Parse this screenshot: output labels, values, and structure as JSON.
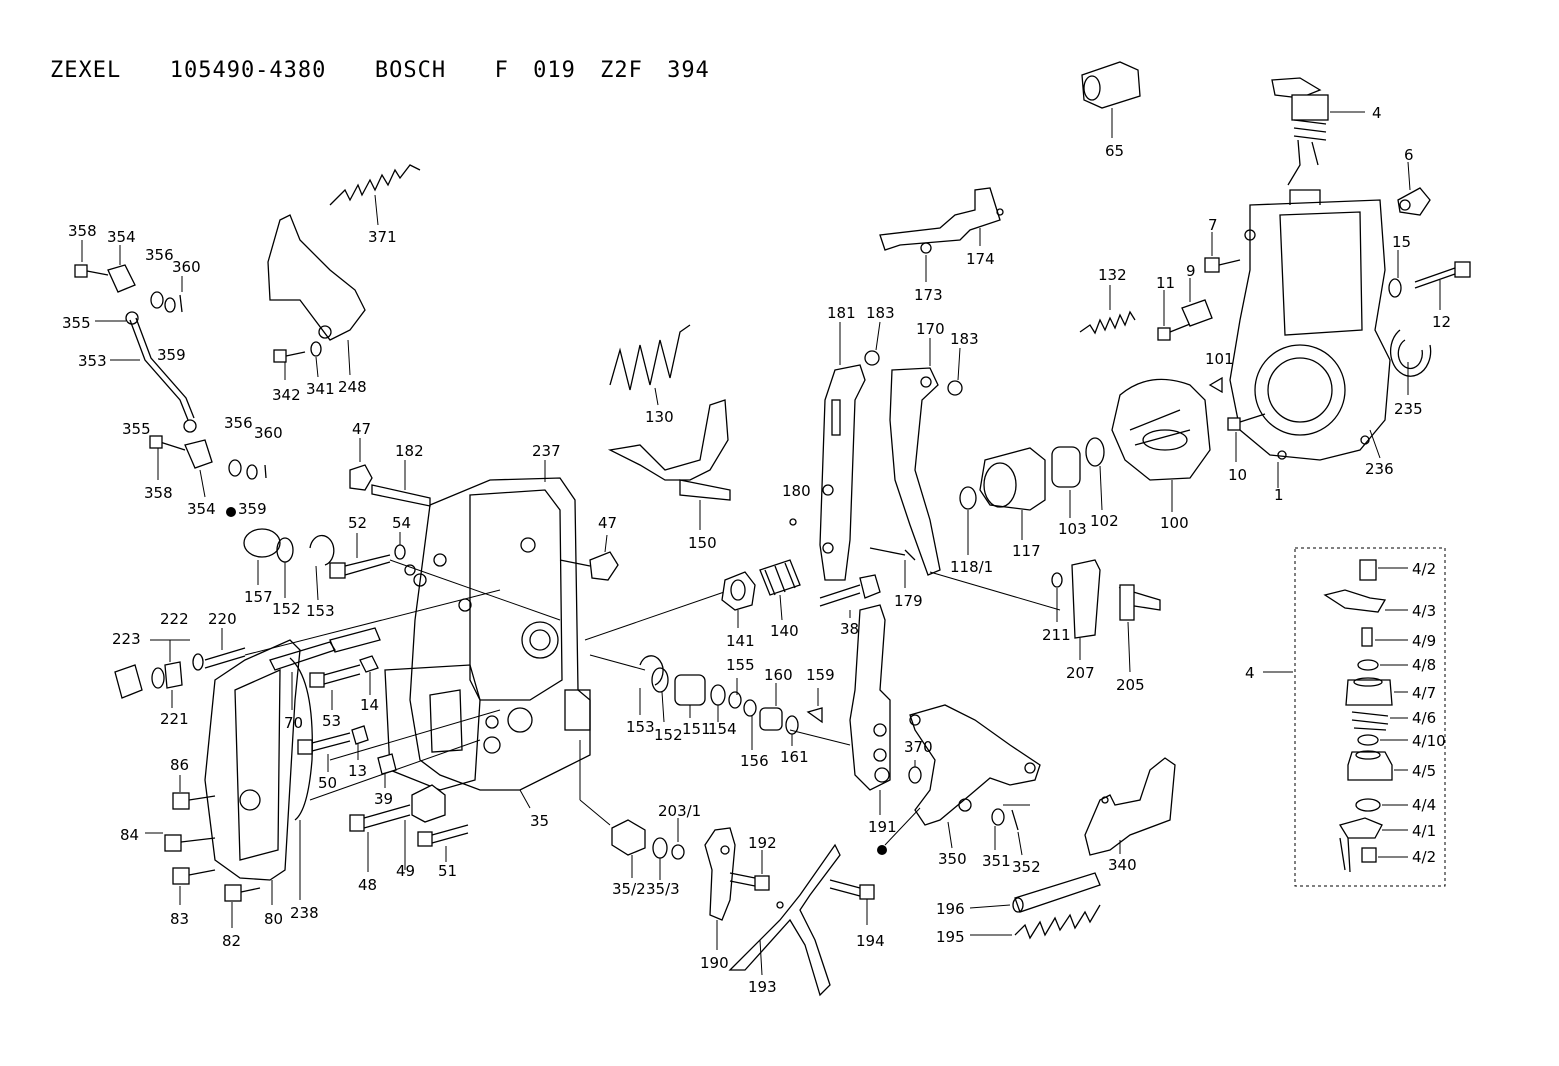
{
  "title": "ZEXEL  105490-4380  BOSCH  F 019 Z2F 394",
  "labels": {
    "l4": "4",
    "l65": "65",
    "l6": "6",
    "l7": "7",
    "l15": "15",
    "l12": "12",
    "l11": "11",
    "l9": "9",
    "l132": "132",
    "l101": "101",
    "l235": "235",
    "l10": "10",
    "l1": "1",
    "l236": "236",
    "l174": "174",
    "l173": "173",
    "l181": "181",
    "l183a": "183",
    "l170": "170",
    "l183b": "183",
    "l180": "180",
    "l118_1": "118/1",
    "l117": "117",
    "l103": "103",
    "l102": "102",
    "l100": "100",
    "l179": "179",
    "l211": "211",
    "l207": "207",
    "l205": "205",
    "l38": "38",
    "l371": "371",
    "l358a": "358",
    "l354a": "354",
    "l356a": "356",
    "l360a": "360",
    "l355a": "355",
    "l359a": "359",
    "l353": "353",
    "l342": "342",
    "l341": "341",
    "l248": "248",
    "l130": "130",
    "l150": "150",
    "l355b": "355",
    "l356b": "356",
    "l360b": "360",
    "l358b": "358",
    "l354b": "354",
    "l359b": "359",
    "l47a": "47",
    "l182": "182",
    "l237": "237",
    "l47b": "47",
    "l52": "52",
    "l54": "54",
    "l157": "157",
    "l152a": "152",
    "l153a": "153",
    "l222": "222",
    "l220": "220",
    "l223": "223",
    "l221": "221",
    "l70": "70",
    "l53": "53",
    "l14": "14",
    "l50": "50",
    "l13": "13",
    "l39": "39",
    "l141": "141",
    "l140": "140",
    "l153b": "153",
    "l152b": "152",
    "l151": "151",
    "l154": "154",
    "l155": "155",
    "l156": "156",
    "l160": "160",
    "l161": "161",
    "l159": "159",
    "l370": "370",
    "l191": "191",
    "l350": "350",
    "l351": "351",
    "l352": "352",
    "l340": "340",
    "l86": "86",
    "l84": "84",
    "l83": "83",
    "l82": "82",
    "l80": "80",
    "l238": "238",
    "l48": "48",
    "l49": "49",
    "l51": "51",
    "l35": "35",
    "l35_2": "35/2",
    "l35_3": "35/3",
    "l203_1": "203/1",
    "l192": "192",
    "l190": "190",
    "l193": "193",
    "l194": "194",
    "l196": "196",
    "l195": "195",
    "l4_2a": "4/2",
    "l4_3": "4/3",
    "l4_9": "4/9",
    "l4_8": "4/8",
    "l4_7": "4/7",
    "l4_6": "4/6",
    "l4_10": "4/10",
    "l4_5": "4/5",
    "l4_4": "4/4",
    "l4_1": "4/1",
    "l4_2b": "4/2",
    "l4box": "4"
  }
}
